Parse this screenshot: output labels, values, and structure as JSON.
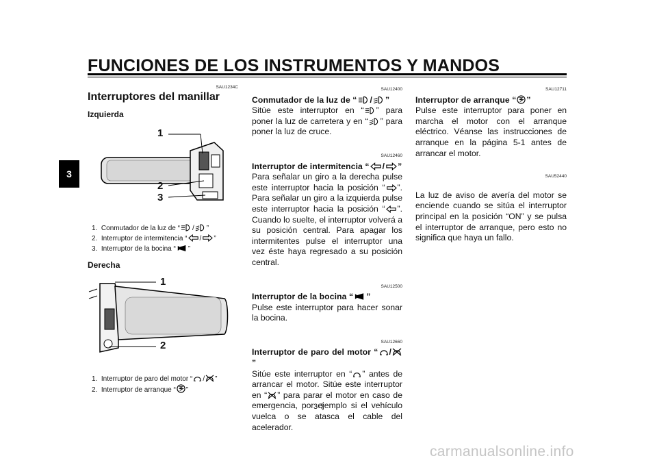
{
  "header": {
    "title": "FUNCIONES DE LOS INSTRUMENTOS Y MANDOS",
    "chapter": "3"
  },
  "left": {
    "code": "SAU1234C",
    "title": "Interruptores del manillar",
    "izq_label": "Izquierda",
    "fig1": {
      "c1": "1",
      "c2": "2",
      "c3": "3"
    },
    "captions1": [
      {
        "n": "1.",
        "text": "Conmutador de la luz de “",
        "tail": "”"
      },
      {
        "n": "2.",
        "text": "Interruptor de intermitencia “",
        "tail": "”"
      },
      {
        "n": "3.",
        "text": "Interruptor de la bocina “",
        "tail": "”"
      }
    ],
    "der_label": "Derecha",
    "fig2": {
      "c1": "1",
      "c2": "2"
    },
    "captions2": [
      {
        "n": "1.",
        "text": "Interruptor de paro del motor “",
        "tail": "”"
      },
      {
        "n": "2.",
        "text": "Interruptor de arranque “",
        "tail": "”"
      }
    ]
  },
  "mid": {
    "s1": {
      "code": "SAU12400",
      "title": "Conmutador de la luz de “",
      "tail": "”",
      "p1": "Sitúe este interruptor en “",
      "p2": "” para poner la luz de carretera y en “",
      "p3": "” para poner la luz de cruce."
    },
    "s2": {
      "code": "SAU12460",
      "title": "Interruptor de intermitencia “",
      "tail": "”",
      "p1": "Para señalar un giro a la derecha pulse este interruptor hacia la posición “",
      "p2": "”. Para señalar un giro a la izquierda pulse este interruptor hacia la posición “",
      "p3": "”. Cuando lo suelte, el interruptor volverá a su posición central. Para apagar los intermitentes pulse el interruptor una vez éste haya regresado a su posición central."
    },
    "s3": {
      "code": "SAU12500",
      "title": "Interruptor de la bocina “",
      "tail": "”",
      "p1": "Pulse este interruptor para hacer sonar la bocina."
    },
    "s4": {
      "code": "SAU12660",
      "title": "Interruptor de paro del motor “",
      "tail": "”",
      "p1": "Sitúe este interruptor en “",
      "p2": "” antes de arrancar el motor. Sitúe este interruptor en “",
      "p3": "” para parar el motor en caso de emergencia, por ejemplo si el vehículo vuelca o se atasca el cable del acelerador."
    }
  },
  "right": {
    "s1": {
      "code": "SAU12711",
      "title": "Interruptor de arranque “",
      "tail": "”",
      "p1": "Pulse este interruptor para poner en marcha el motor con el arranque eléctrico. Véanse las instrucciones de arranque en la página 5-1 antes de arrancar el motor."
    },
    "s2": {
      "code": "SAU52440",
      "p1": "La luz de aviso de avería del motor se enciende cuando se sitúa el interruptor principal en la posición “ON” y se pulsa el interruptor de arranque, pero esto no significa que haya un fallo."
    }
  },
  "page_number": "3-7",
  "watermark": "carmanualsonline.info",
  "icons": [
    "high-beam-icon",
    "low-beam-icon",
    "turn-left-icon",
    "turn-right-icon",
    "horn-icon",
    "engine-run-icon",
    "engine-stop-icon",
    "start-icon"
  ]
}
